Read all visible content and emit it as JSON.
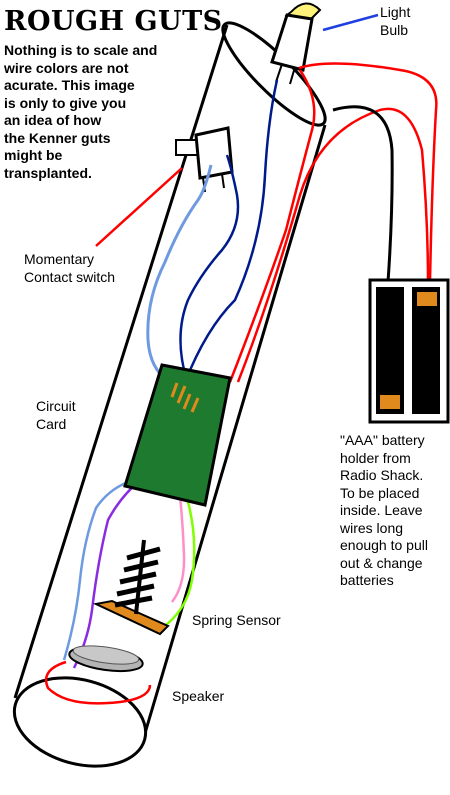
{
  "title": "ROUGH GUTS",
  "note": "Nothing is to scale and\nwire colors are not\nacurate.  This image\nis only to give you\nan idea of how\nthe Kenner guts\nmight be\ntransplanted.",
  "labels": {
    "light_bulb": "Light\nBulb",
    "switch": "Momentary\nContact switch",
    "circuit_card": "Circuit\nCard",
    "battery": "\"AAA\" battery\nholder from\nRadio Shack.\nTo be placed\ninside.  Leave\nwires long\nenough to pull\nout & change\nbatteries",
    "spring_sensor": "Spring Sensor",
    "speaker": "Speaker"
  },
  "colors": {
    "outline": "#000000",
    "wire_red": "#ff0000",
    "wire_navy": "#001a8c",
    "wire_lightblue": "#6d9ae0",
    "wire_purple": "#8a2be2",
    "wire_pink": "#ff8fc8",
    "wire_green": "#7fff00",
    "pointer_blue": "#1f3fe0",
    "circuit_board": "#1e7a2e",
    "copper": "#e08a1e",
    "bulb_yellow": "#fff27a",
    "speaker_gray": "#b4b4b4"
  }
}
